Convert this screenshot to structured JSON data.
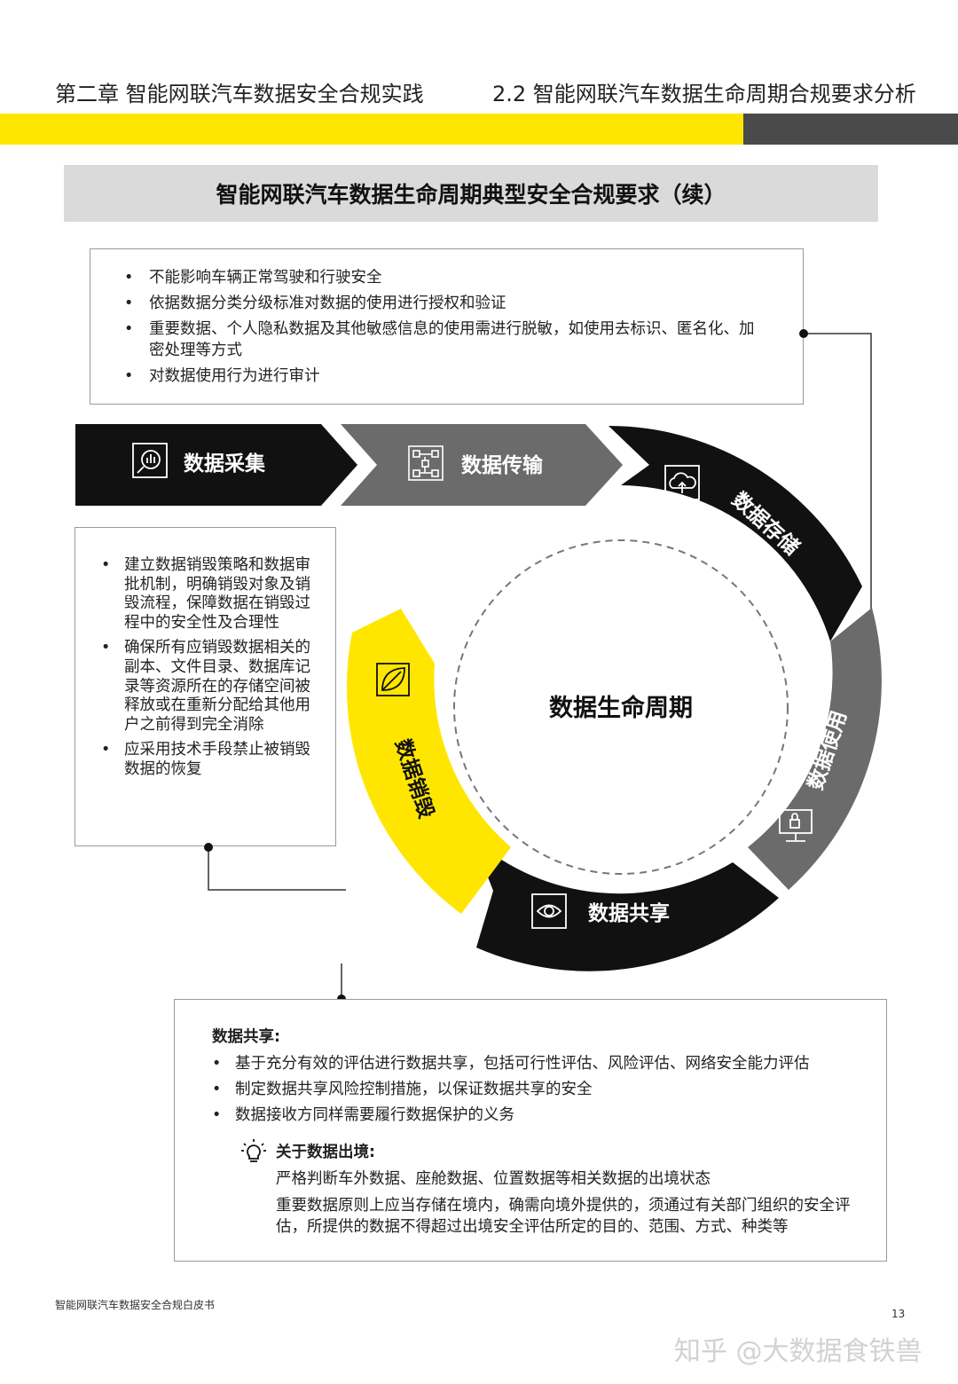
{
  "header": {
    "chapter": "第二章 智能网联汽车数据安全合规实践",
    "section": "2.2 智能网联汽车数据生命周期合规要求分析"
  },
  "title": "智能网联汽车数据生命周期典型安全合规要求（续）",
  "usage_requirements": [
    "不能影响车辆正常驾驶和行驶安全",
    "依据数据分类分级标准对数据的使用进行授权和验证",
    "重要数据、个人隐私数据及其他敏感信息的使用需进行脱敏，如使用去标识、匿名化、加密处理等方式",
    "对数据使用行为进行审计"
  ],
  "destruction_requirements": [
    "建立数据销毁策略和数据审批机制，明确销毁对象及销毁流程，保障数据在销毁过程中的安全性及合理性",
    "确保所有应销毁数据相关的副本、文件目录、数据库记录等资源所在的存储空间被释放或在重新分配给其他用户之前得到完全消除",
    "应采用技术手段禁止被销毁数据的恢复"
  ],
  "lifecycle": {
    "center_label": "数据生命周期",
    "stages": {
      "collection": "数据采集",
      "transmission": "数据传输",
      "storage": "数据存储",
      "usage": "数据使用",
      "sharing": "数据共享",
      "destruction": "数据销毁"
    },
    "icons": {
      "collection": "magnifier-chart-icon",
      "transmission": "network-nodes-icon",
      "storage": "cloud-upload-icon",
      "usage": "lock-monitor-icon",
      "sharing": "eye-icon",
      "destruction": "leaf-icon"
    },
    "colors": {
      "black": "#111111",
      "gray": "#6b6b6b",
      "yellow": "#ffe600"
    }
  },
  "sharing_box": {
    "title": "数据共享:",
    "items": [
      "基于充分有效的评估进行数据共享，包括可行性评估、风险评估、网络安全能力评估",
      "制定数据共享风险控制措施，以保证数据共享的安全",
      "数据接收方同样需要履行数据保护的义务"
    ],
    "tip_title": "关于数据出境:",
    "tip_lines": [
      "严格判断车外数据、座舱数据、位置数据等相关数据的出境状态",
      "重要数据原则上应当存储在境内，确需向境外提供的，须通过有关部门组织的安全评估，所提供的数据不得超过出境安全评估所定的目的、范围、方式、种类等"
    ]
  },
  "footer": {
    "doc_title": "智能网联汽车数据安全合规白皮书",
    "page_number": "13",
    "watermark": "知乎 @大数据食铁兽"
  },
  "accent_colors": {
    "yellow": "#ffe600",
    "dark_gray": "#4a4a4a",
    "title_bg": "#dadada"
  }
}
